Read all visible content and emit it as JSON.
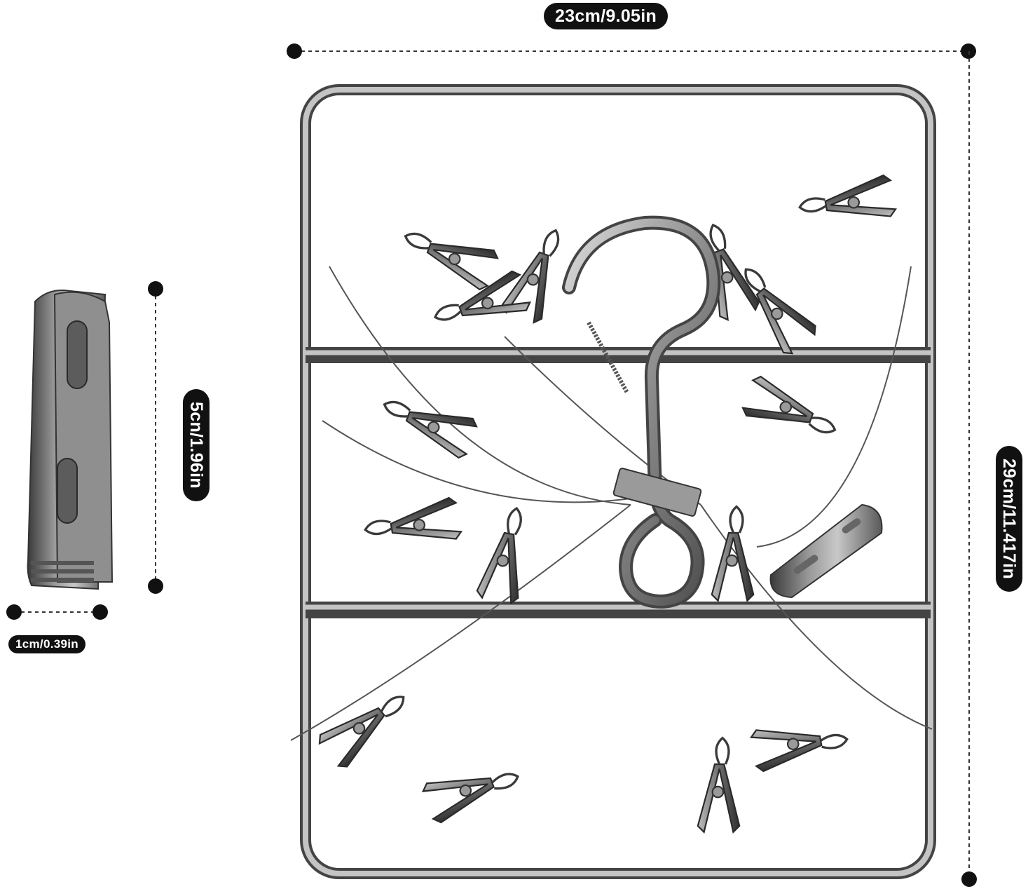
{
  "dimensions": {
    "width_label": "23cm/9.05in",
    "height_label": "29cm/11.417in",
    "clip_length_label": "5cn/1.96in",
    "clip_width_label": "1cm/0.39in"
  },
  "icons": [
    "drying-rack-illustration",
    "clothespin-clip-icon",
    "s-hook-icon"
  ],
  "colors": {
    "label_bg": "#111111",
    "label_text": "#ffffff",
    "metal": "#8a8a8a",
    "dim_line": "#222222"
  }
}
